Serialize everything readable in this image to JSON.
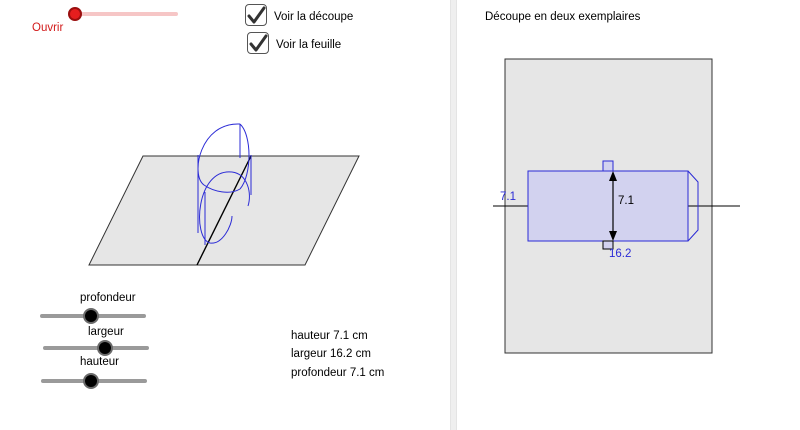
{
  "open_slider": {
    "label": "Ouvrir",
    "value": 0,
    "color": "#e51e1e"
  },
  "checkboxes": {
    "show_cut": {
      "label": "Voir la découpe",
      "checked": true
    },
    "show_sheet": {
      "label": "Voir la feuille",
      "checked": true
    }
  },
  "sliders": {
    "depth": {
      "label": "profondeur",
      "value": 0.48
    },
    "width": {
      "label": "largeur",
      "value": 0.55
    },
    "height": {
      "label": "hauteur",
      "value": 0.48
    }
  },
  "dimensions": {
    "height_text": "hauteur 7.1 cm",
    "width_text": "largeur 16.2 cm",
    "depth_text": "profondeur 7.1 cm"
  },
  "right_panel": {
    "title": "Découpe en deux exemplaires",
    "label_left": "7.1",
    "label_arrow": "7.1",
    "label_bottom": "16.2"
  },
  "colors": {
    "accent_blue": "#2b2bd6",
    "fill_blue": "#d2d2ef",
    "sheet_gray": "#e6e6e6",
    "divider": "#efefef"
  }
}
